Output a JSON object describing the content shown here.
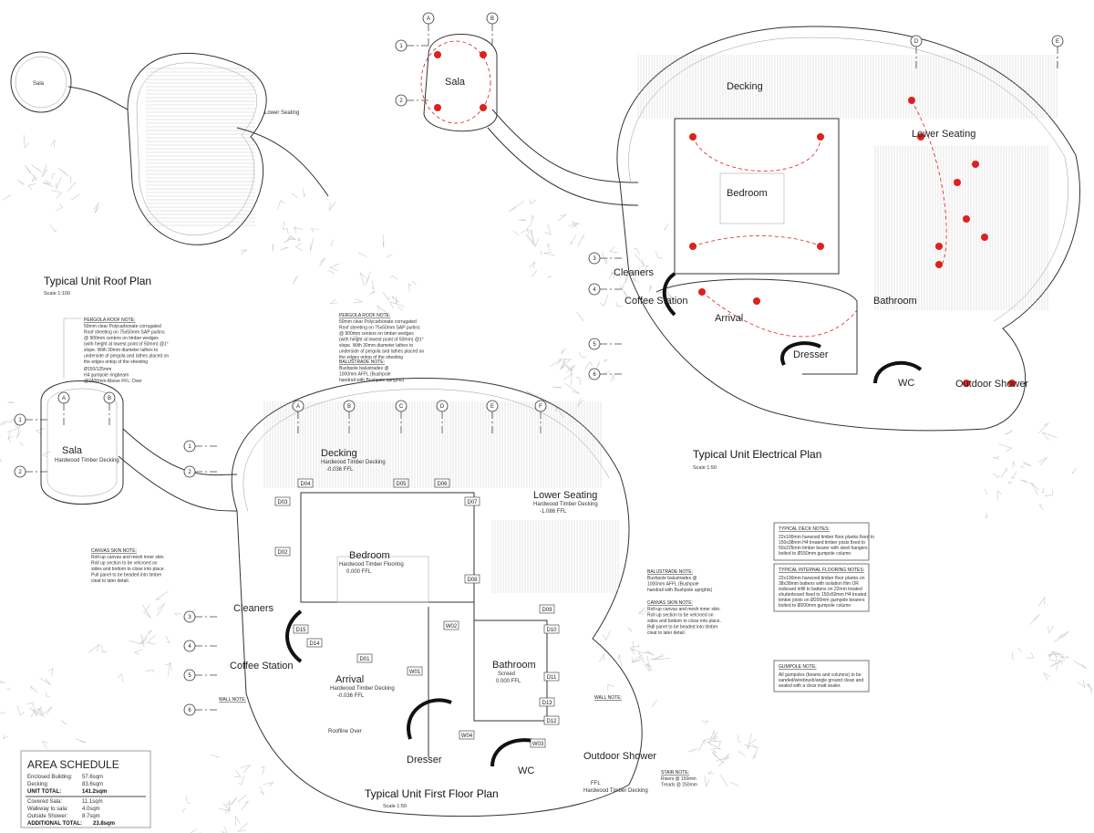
{
  "roof_plan": {
    "title": "Typical Unit Roof Plan",
    "scale": "Scale 1:100",
    "labels": {
      "sala": "Sala",
      "lower_seating": "Lower Seating"
    }
  },
  "electrical_plan": {
    "title": "Typical Unit Electrical Plan",
    "scale": "Scale 1:50",
    "rooms": {
      "sala": "Sala",
      "decking": "Decking",
      "lower_seating": "Lower Seating",
      "bedroom": "Bedroom",
      "cleaners": "Cleaners",
      "coffee_station": "Coffee Station",
      "arrival": "Arrival",
      "bathroom": "Bathroom",
      "dresser": "Dresser",
      "wc": "WC",
      "outdoor_shower": "Outdoor Shower"
    },
    "fixture_color": "#e0201c"
  },
  "first_floor_plan": {
    "title": "Typical Unit First Floor Plan",
    "scale": "Scale 1:50",
    "rooms": {
      "sala": "Sala",
      "sala_floor": "Hardwood Timber Decking",
      "decking": "Decking",
      "decking_floor": "Hardwood Timber Decking",
      "decking_level": "-0.036 FFL",
      "lower_seating": "Lower Seating",
      "lower_seating_floor": "Hardwood Timber Decking",
      "lower_seating_level": "-1.086 FFL",
      "bedroom": "Bedroom",
      "bedroom_floor": "Hardwood Timber Flooring",
      "bedroom_level": "0.000 FFL",
      "cleaners": "Cleaners",
      "coffee_station": "Coffee Station",
      "arrival": "Arrival",
      "arrival_floor": "Hardwood Timber Decking",
      "arrival_level": "-0.036 FFL",
      "bathroom": "Bathroom",
      "bathroom_floor": "Screed",
      "bathroom_level": "0.000 FFL",
      "dresser": "Dresser",
      "wc": "WC",
      "outdoor_shower": "Outdoor Shower",
      "outdoor_shower_level": "FFL",
      "outdoor_shower_floor": "Hardwood Timber Decking"
    },
    "doors": [
      "D01",
      "D02",
      "D03",
      "D04",
      "D05",
      "D06",
      "D07",
      "D08",
      "D09",
      "D10",
      "D11",
      "D12",
      "D13",
      "D14",
      "D15"
    ],
    "windows": [
      "W01",
      "W02",
      "W03",
      "W04"
    ],
    "notes": {
      "pergola_heading": "PERGOLA ROOF NOTE:",
      "pergola_lines": [
        "50mm clear Polycarbonate corrugated",
        "Roof sheeting on 75x50mm SAP purlins",
        "@ 900mm centers on timber wedges",
        "(with height at lowest point of 50mm) @1°",
        "slope. With 30mm diameter lathes to",
        "underside of pergola and lathes placed on",
        "the edges ontop of the sheeting"
      ],
      "ringbeam_lines": [
        "Ø150/125mm",
        "H4 gumpole ringbeam",
        "@2400mm Above FFL: Over"
      ],
      "balustrade_heading": "BALUSTRADE NOTE:",
      "balustrade_lines": [
        "Bushpole balustrades @",
        "1000mm AFFL (Bushpole",
        "handrail with Bushpole uprights)"
      ],
      "canvas_heading": "CANVAS SKIN NOTE:",
      "canvas_lines": [
        "Roll-up canvas and mesh inner skin.",
        "Roll up section to be velcroed on",
        "sides and bottom to close into place.",
        "Pull panel to be beaded into timber",
        "cleat to later detail."
      ],
      "wall_heading": "WALL NOTE:",
      "stair_heading": "STAIR NOTE:",
      "stair_lines": [
        "Risers @ 150mm",
        "Treads @ 250mm"
      ],
      "roofline": "Roofline Over"
    }
  },
  "notes_panel": {
    "deck": {
      "heading": "TYPICAL DECK NOTES:",
      "lines": [
        "22x100mm harwood timber floor planks fixed to",
        "150x38mm H4 treated timber joists fixed to",
        "50x225mm timber bearer with steel hangers",
        "bolted to Ø150mm gumpole column"
      ]
    },
    "flooring": {
      "heading": "TYPICAL INTERNAL FLOORING NOTES:",
      "lines": [
        "22x100mm harwood timber floor planks on",
        "38x38mm battens with isolation film OR",
        "isoboard infill to battens on 22mm treated",
        "shutterboard fixed to 150x50mm H4 treated",
        "timber joists on Ø200mm gumpole bearers",
        "bolted to Ø200mm gumpole column"
      ]
    },
    "gumpole": {
      "heading": "GUMPOLE NOTE:",
      "lines": [
        "All gumpoles (beams and columns) to be",
        "sanded/wirebrush/angle ground clean and",
        "sealed with a clear matt sealer."
      ]
    }
  },
  "area_schedule": {
    "title": "AREA SCHEDULE",
    "rows_main": [
      {
        "label": "Enclosed Building:",
        "value": "57.6sqm"
      },
      {
        "label": "Decking:",
        "value": "83.6sqm"
      }
    ],
    "unit_total": {
      "label": "UNIT TOTAL:",
      "value": "141.2sqm"
    },
    "rows_additional": [
      {
        "label": "Covered Sala:",
        "value": "11.1sqm"
      },
      {
        "label": "Walkway to sala:",
        "value": "4.0sqm"
      },
      {
        "label": "Outside Shower:",
        "value": "8.7sqm"
      }
    ],
    "additional_total": {
      "label": "ADDITIONAL TOTAL:",
      "value": "23.8sqm"
    }
  },
  "grid": {
    "columns": [
      "A",
      "B",
      "C",
      "D",
      "E",
      "F"
    ],
    "rows": [
      "1",
      "2",
      "3",
      "4",
      "5",
      "6"
    ]
  }
}
